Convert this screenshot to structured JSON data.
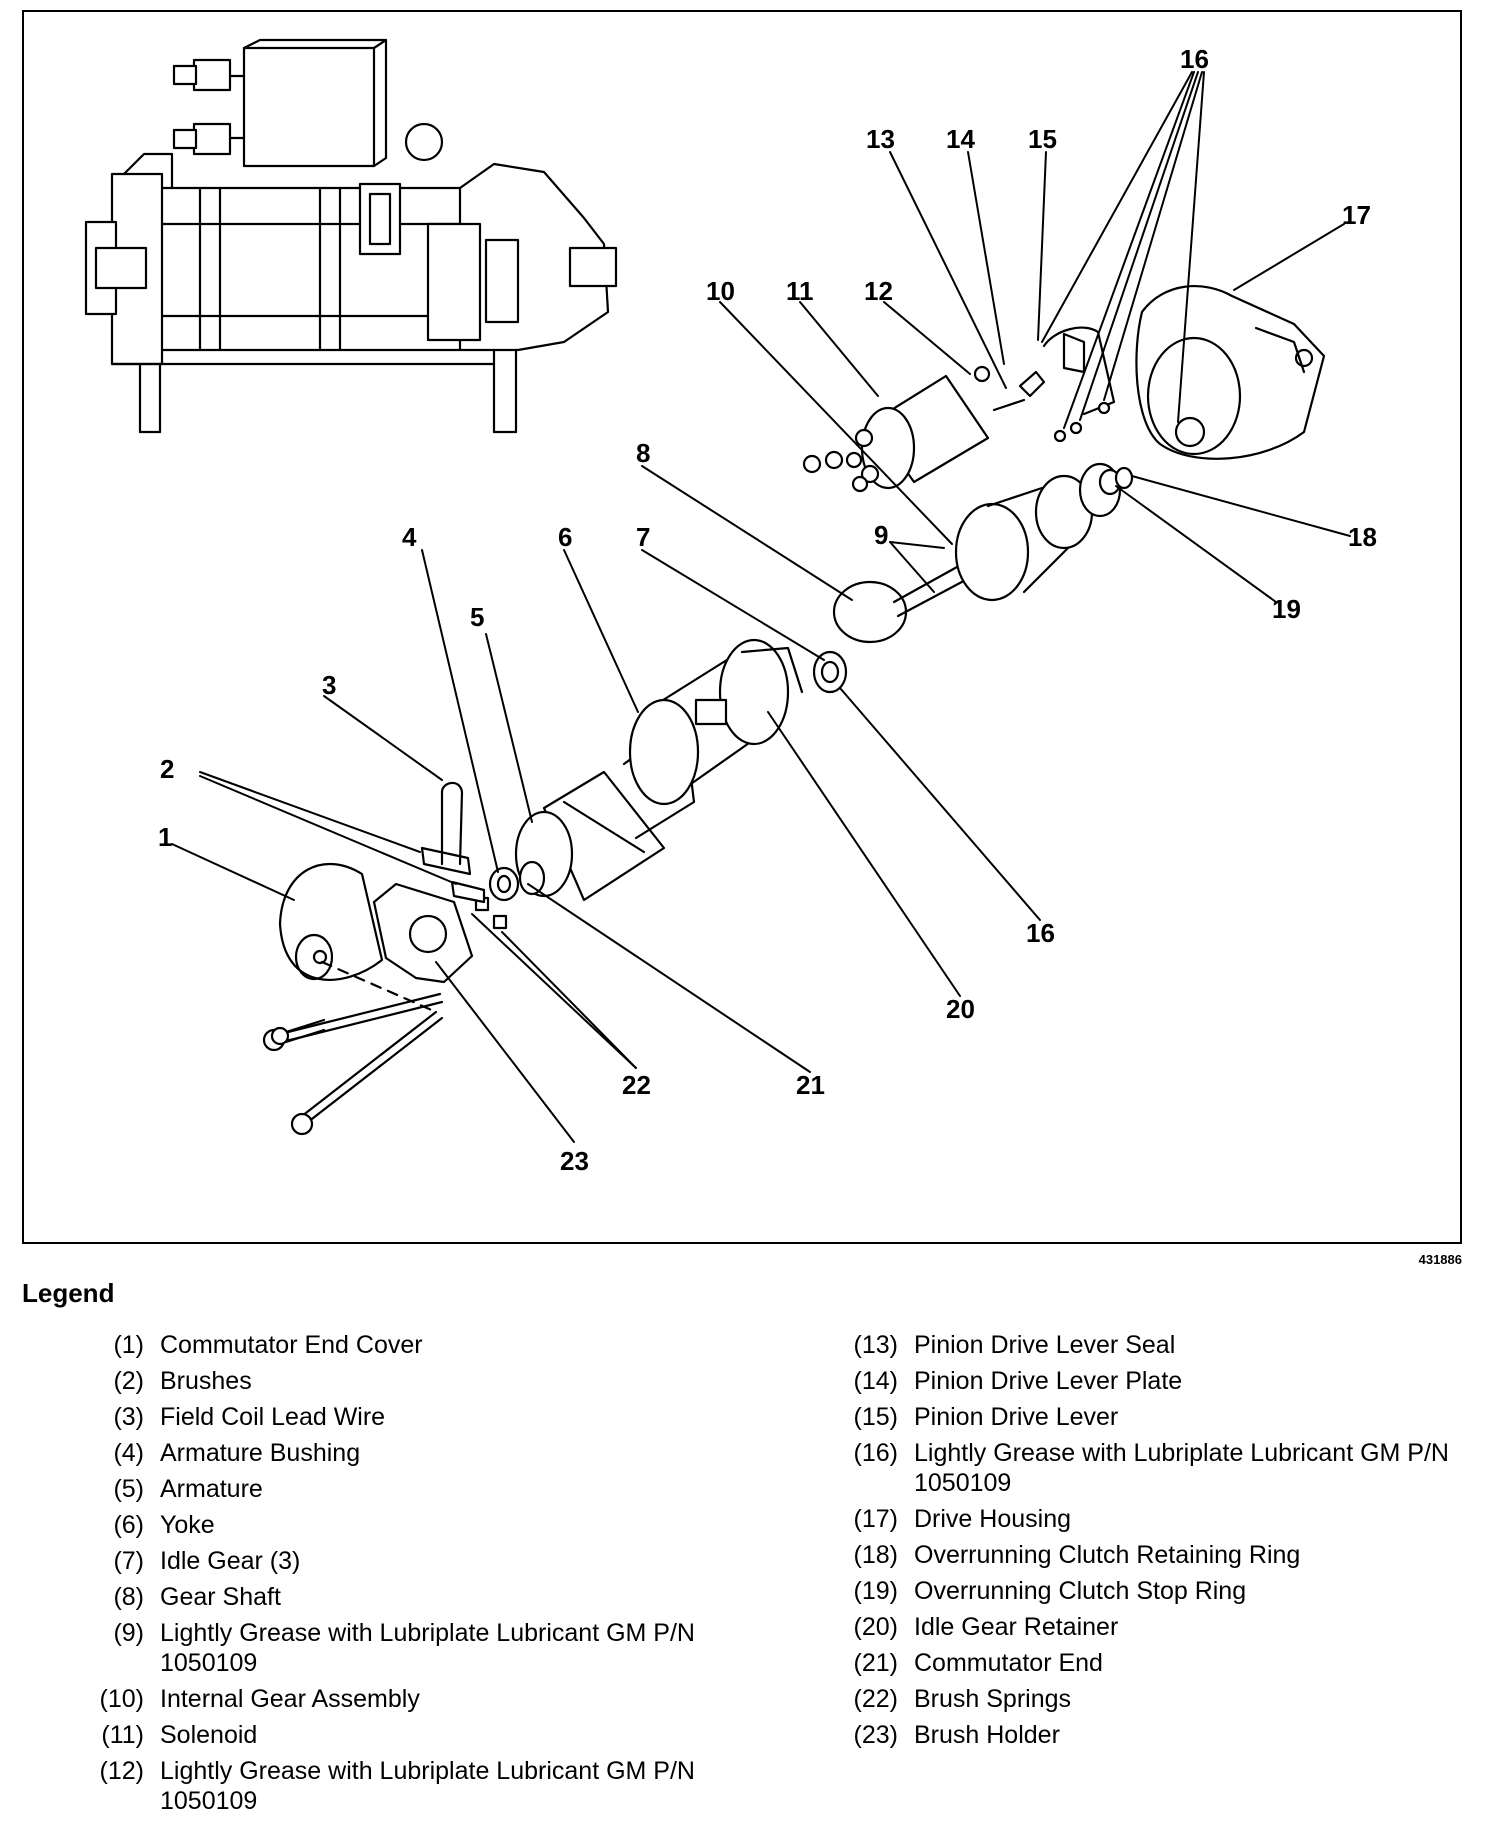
{
  "diagram": {
    "callouts": {
      "c1": "1",
      "c2": "2",
      "c3": "3",
      "c4": "4",
      "c5": "5",
      "c6": "6",
      "c7": "7",
      "c8": "8",
      "c9": "9",
      "c10": "10",
      "c11": "11",
      "c12": "12",
      "c13": "13",
      "c14": "14",
      "c15": "15",
      "c16a": "16",
      "c16b": "16",
      "c17": "17",
      "c18": "18",
      "c19": "19",
      "c20": "20",
      "c21": "21",
      "c22": "22",
      "c23": "23"
    },
    "figure_id": "431886"
  },
  "legend": {
    "title": "Legend",
    "left": [
      {
        "num": "(1)",
        "text": "Commutator End Cover"
      },
      {
        "num": "(2)",
        "text": "Brushes"
      },
      {
        "num": "(3)",
        "text": "Field Coil Lead Wire"
      },
      {
        "num": "(4)",
        "text": "Armature Bushing"
      },
      {
        "num": "(5)",
        "text": "Armature"
      },
      {
        "num": "(6)",
        "text": "Yoke"
      },
      {
        "num": "(7)",
        "text": "Idle Gear (3)"
      },
      {
        "num": "(8)",
        "text": "Gear Shaft"
      },
      {
        "num": "(9)",
        "text": "Lightly Grease with Lubriplate Lubricant GM P/N 1050109"
      },
      {
        "num": "(10)",
        "text": "Internal Gear Assembly"
      },
      {
        "num": "(11)",
        "text": "Solenoid"
      },
      {
        "num": "(12)",
        "text": "Lightly Grease with Lubriplate Lubricant GM P/N 1050109"
      }
    ],
    "right": [
      {
        "num": "(13)",
        "text": "Pinion Drive Lever Seal"
      },
      {
        "num": "(14)",
        "text": "Pinion Drive Lever Plate"
      },
      {
        "num": "(15)",
        "text": "Pinion Drive Lever"
      },
      {
        "num": "(16)",
        "text": "Lightly Grease with Lubriplate Lubricant GM P/N 1050109"
      },
      {
        "num": "(17)",
        "text": "Drive Housing"
      },
      {
        "num": "(18)",
        "text": "Overrunning Clutch Retaining Ring"
      },
      {
        "num": "(19)",
        "text": "Overrunning Clutch Stop Ring"
      },
      {
        "num": "(20)",
        "text": "Idle Gear Retainer"
      },
      {
        "num": "(21)",
        "text": "Commutator End"
      },
      {
        "num": "(22)",
        "text": "Brush Springs"
      },
      {
        "num": "(23)",
        "text": "Brush Holder"
      }
    ]
  }
}
